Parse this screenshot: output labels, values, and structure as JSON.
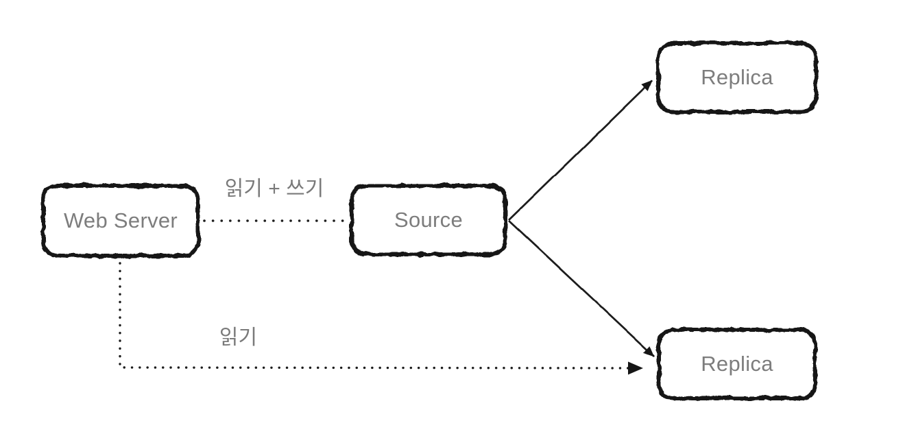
{
  "diagram": {
    "nodes": {
      "web_server": {
        "label": "Web Server"
      },
      "source": {
        "label": "Source"
      },
      "replica_top": {
        "label": "Replica"
      },
      "replica_bottom": {
        "label": "Replica"
      }
    },
    "edges": {
      "read_write": {
        "label": "읽기 + 쓰기",
        "from": "Web Server",
        "to": "Source",
        "style": "dotted"
      },
      "read": {
        "label": "읽기",
        "from": "Web Server",
        "to": "Replica (bottom)",
        "style": "dotted-arrow"
      },
      "replicate_top": {
        "from": "Source",
        "to": "Replica (top)",
        "style": "solid-arrow"
      },
      "replicate_bottom": {
        "from": "Source",
        "to": "Replica (bottom)",
        "style": "solid-arrow"
      }
    },
    "colors": {
      "background": "#ffffff",
      "node_border": "#161616",
      "node_fill": "#ffffff",
      "label_text": "#7d7d7d",
      "line": "#1c1c1c"
    }
  }
}
